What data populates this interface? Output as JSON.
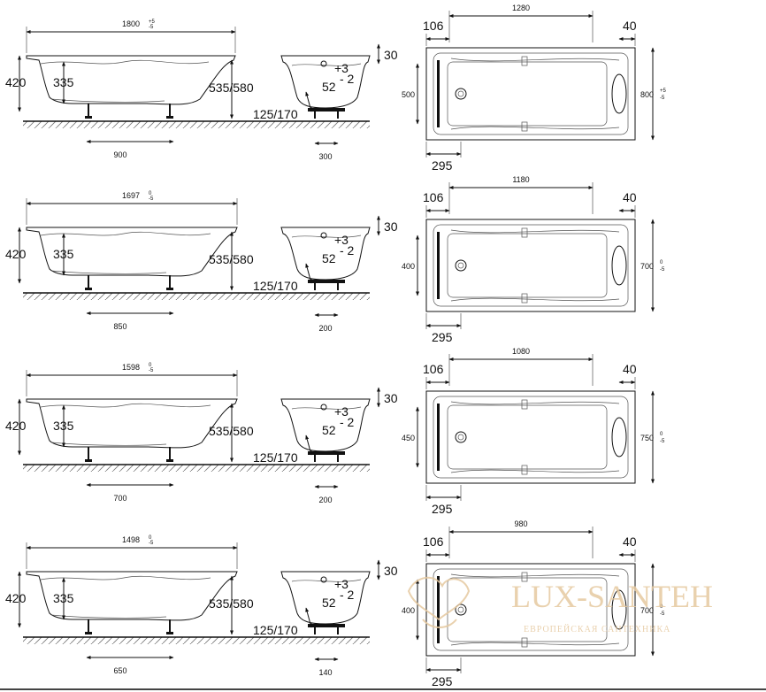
{
  "rows": [
    {
      "side_length": "1800",
      "side_length_tol_up": "+5",
      "side_length_tol_dn": "-5",
      "height": "420",
      "inner_height": "335",
      "leg_height": "535/580",
      "feet_span": "900",
      "foot_adjust": "125/170",
      "rim": "30",
      "adj_plus": "+3",
      "adj_minus": "- 2",
      "drain": "52",
      "end_foot": "300",
      "plan_inner": "1280",
      "plan_left": "106",
      "plan_right": "40",
      "plan_inner_width": "500",
      "plan_width": "800",
      "plan_width_tol_up": "+5",
      "plan_width_tol_dn": "-5",
      "plan_drain_offset": "295"
    },
    {
      "side_length": "1697",
      "side_length_tol_up": "0",
      "side_length_tol_dn": "-5",
      "height": "420",
      "inner_height": "335",
      "leg_height": "535/580",
      "feet_span": "850",
      "foot_adjust": "125/170",
      "rim": "30",
      "adj_plus": "+3",
      "adj_minus": "- 2",
      "drain": "52",
      "end_foot": "200",
      "plan_inner": "1180",
      "plan_left": "106",
      "plan_right": "40",
      "plan_inner_width": "400",
      "plan_width": "700",
      "plan_width_tol_up": "0",
      "plan_width_tol_dn": "-5",
      "plan_drain_offset": "295"
    },
    {
      "side_length": "1598",
      "side_length_tol_up": "0",
      "side_length_tol_dn": "-5",
      "height": "420",
      "inner_height": "335",
      "leg_height": "535/580",
      "feet_span": "700",
      "foot_adjust": "125/170",
      "rim": "30",
      "adj_plus": "+3",
      "adj_minus": "- 2",
      "drain": "52",
      "end_foot": "200",
      "plan_inner": "1080",
      "plan_left": "106",
      "plan_right": "40",
      "plan_inner_width": "450",
      "plan_width": "750",
      "plan_width_tol_up": "0",
      "plan_width_tol_dn": "-5",
      "plan_drain_offset": "295"
    },
    {
      "side_length": "1498",
      "side_length_tol_up": "0",
      "side_length_tol_dn": "-5",
      "height": "420",
      "inner_height": "335",
      "leg_height": "535/580",
      "feet_span": "650",
      "foot_adjust": "125/170",
      "rim": "30",
      "adj_plus": "+3",
      "adj_minus": "- 2",
      "drain": "52",
      "end_foot": "140",
      "plan_inner": "980",
      "plan_left": "106",
      "plan_right": "40",
      "plan_inner_width": "400",
      "plan_width": "700",
      "plan_width_tol_up": "0",
      "plan_width_tol_dn": "-5",
      "plan_drain_offset": "295"
    }
  ],
  "watermark": {
    "brand": "LUX-SANTEH",
    "tagline": "ЕВРОПЕЙСКАЯ САНТЕХНИКА"
  }
}
